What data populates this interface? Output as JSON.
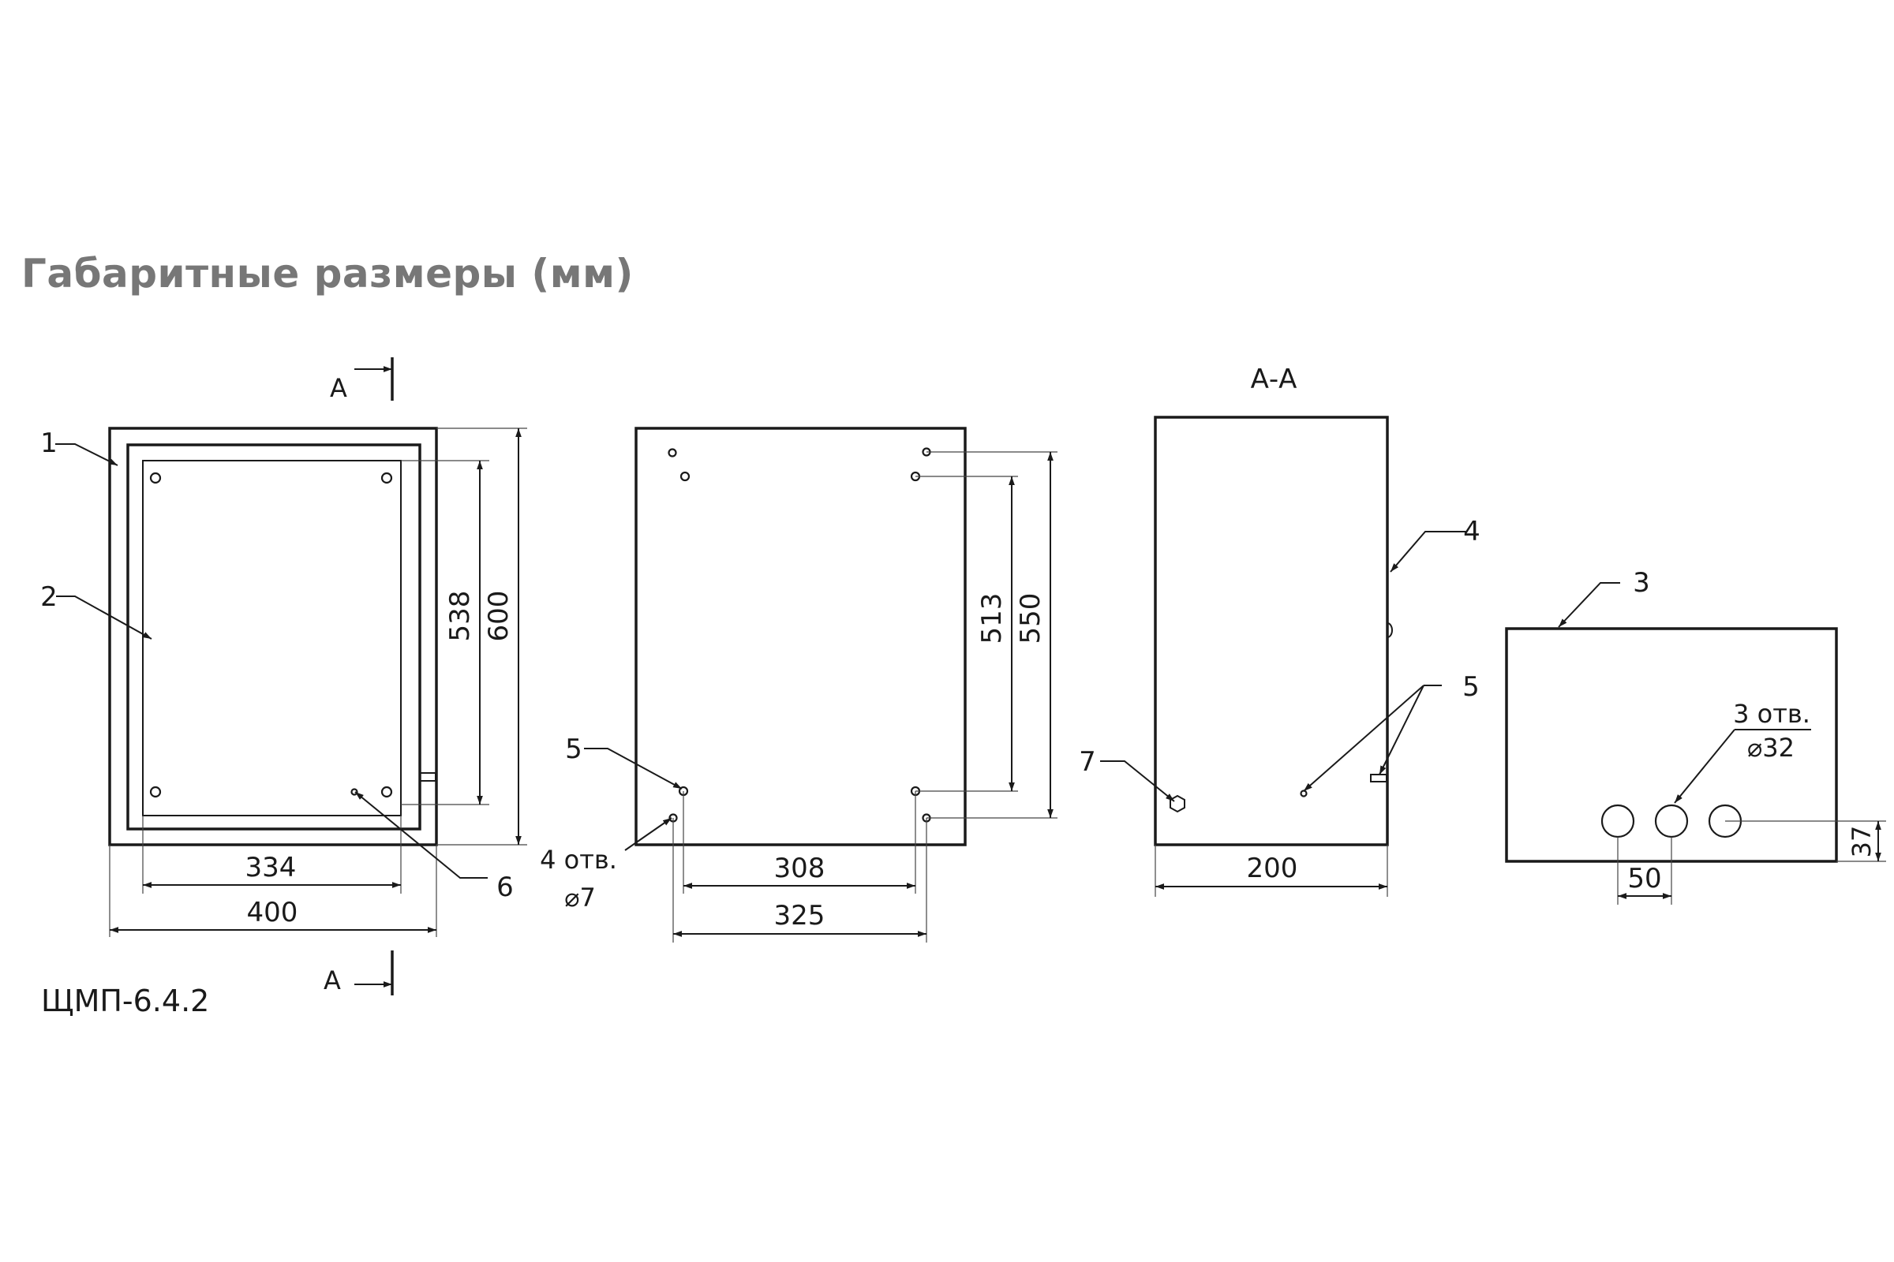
{
  "title": "Габаритные размеры (мм)",
  "model": "ЩМП-6.4.2",
  "section_marker": "А",
  "section_title": "А-А",
  "dims": {
    "front_inner_w": "334",
    "front_outer_w": "400",
    "front_inner_h": "538",
    "front_outer_h": "600",
    "back_inner_w": "308",
    "back_outer_w": "325",
    "back_inner_h": "513",
    "back_outer_h": "550",
    "side_depth": "200",
    "bottom_pitch": "50",
    "bottom_offset": "37"
  },
  "holes_back": {
    "line1": "4 отв.",
    "line2": "⌀7"
  },
  "holes_bottom": {
    "line1": "3 отв.",
    "line2": "⌀32"
  },
  "callouts": {
    "c1": "1",
    "c2": "2",
    "c3": "3",
    "c4": "4",
    "c5": "5",
    "c6": "6",
    "c7": "7"
  }
}
